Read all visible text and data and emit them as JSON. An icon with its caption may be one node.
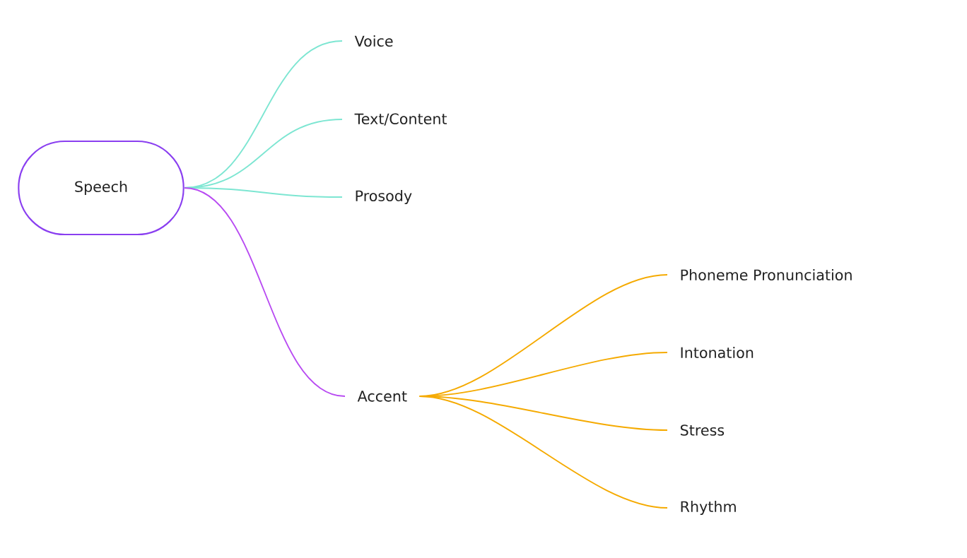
{
  "diagram": {
    "nodes": [
      {
        "text": [
          "Speech"
        ]
      },
      {
        "text": [
          "Voice"
        ]
      },
      {
        "text": [
          "Text/Content"
        ]
      },
      {
        "text": [
          "Prosody"
        ]
      },
      {
        "text": [
          "Accent"
        ]
      },
      {
        "text": [
          "Phoneme Pronunciation"
        ]
      },
      {
        "text": [
          "Intonation"
        ]
      },
      {
        "text": [
          "Stress"
        ]
      },
      {
        "text": [
          "Rhythm"
        ]
      }
    ],
    "edges": [
      {
        "from": 0,
        "to": 1,
        "arrow": "none",
        "color": "#7de6d2"
      },
      {
        "from": 0,
        "to": 2,
        "arrow": "none",
        "color": "#7de6d2"
      },
      {
        "from": 0,
        "to": 3,
        "arrow": "none",
        "color": "#7de6d2"
      },
      {
        "from": 0,
        "to": 4,
        "arrow": "none",
        "color": "#b84af2"
      },
      {
        "from": 4,
        "to": 5,
        "arrow": "none"
      },
      {
        "from": 4,
        "to": 6,
        "arrow": "none"
      },
      {
        "from": 4,
        "to": 7,
        "arrow": "none"
      },
      {
        "from": 4,
        "to": 8,
        "arrow": "none"
      }
    ]
  }
}
